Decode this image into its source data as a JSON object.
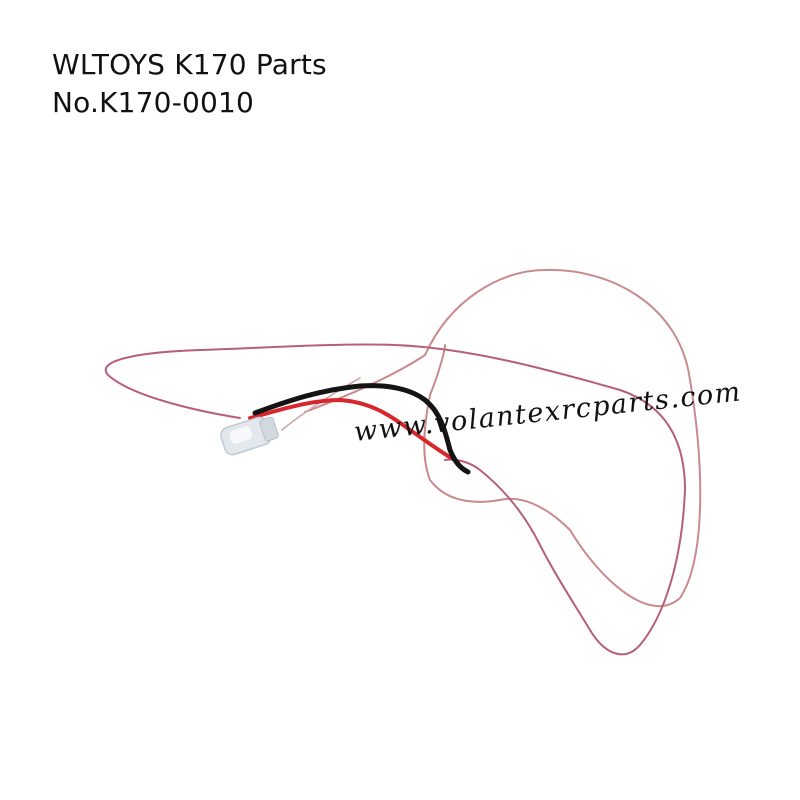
{
  "product": {
    "title": "WLTOYS K170 Parts",
    "part_number": "No.K170-0010"
  },
  "photo": {
    "subject": "led-light-wire-harness",
    "watermark_text": "www.volantexrcparts.com",
    "colors": {
      "background": "#ffffff",
      "thin_wire": "#c98a8e",
      "pink_wire": "#b85f78",
      "red_wire": "#d8262d",
      "black_wire": "#141414",
      "led_body": "#e3e8ee",
      "watermark": "#111111"
    }
  }
}
